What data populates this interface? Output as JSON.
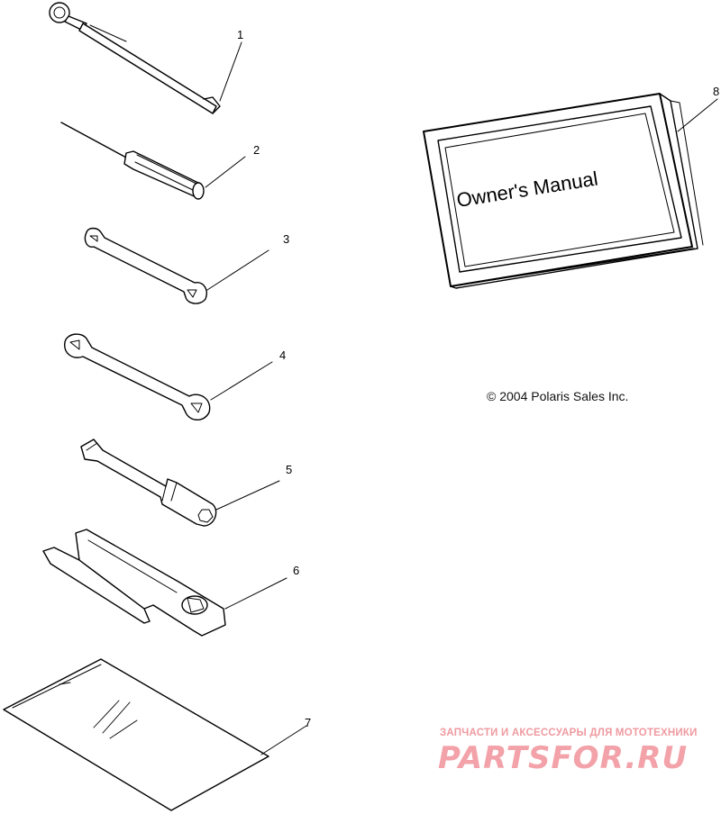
{
  "callouts": [
    {
      "number": "1"
    },
    {
      "number": "2"
    },
    {
      "number": "3"
    },
    {
      "number": "4"
    },
    {
      "number": "5"
    },
    {
      "number": "6"
    },
    {
      "number": "7"
    },
    {
      "number": "8"
    }
  ],
  "manual": {
    "title": "Owner's Manual"
  },
  "copyright": "© 2004 Polaris Sales Inc.",
  "watermark": {
    "tagline": "ЗАПЧАСТИ И АКСЕССУАРЫ ДЛЯ МОТОТЕХНИКИ",
    "logo": "PARTSFOR.RU"
  },
  "colors": {
    "line": "#000000",
    "watermark": "#f2a2a8"
  }
}
